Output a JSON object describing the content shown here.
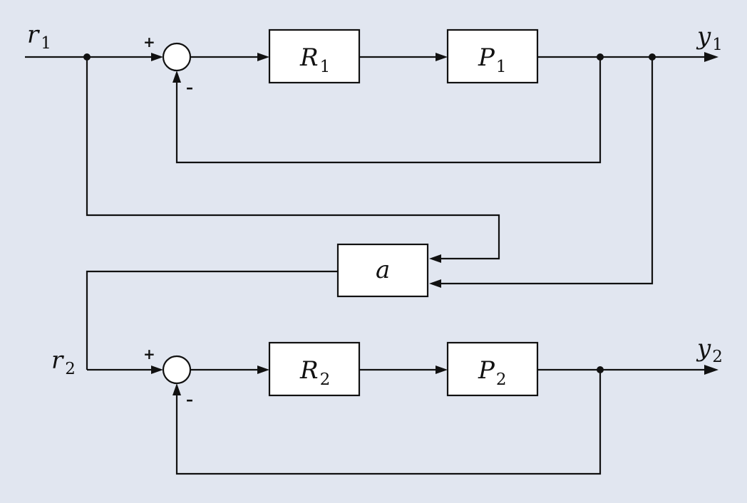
{
  "diagram": {
    "type": "block-diagram",
    "background_color": "#e1e6f0",
    "line_color": "#111111",
    "block_fill": "#ffffff",
    "signals": {
      "r1": {
        "main": "r",
        "sub": "1"
      },
      "r2": {
        "main": "r",
        "sub": "2"
      },
      "y1": {
        "main": "y",
        "sub": "1"
      },
      "y2": {
        "main": "y",
        "sub": "2"
      }
    },
    "blocks": {
      "R1": {
        "main": "R",
        "sub": "1"
      },
      "P1": {
        "main": "P",
        "sub": "1"
      },
      "R2": {
        "main": "R",
        "sub": "2"
      },
      "P2": {
        "main": "P",
        "sub": "2"
      },
      "a": {
        "main": "a"
      }
    },
    "sum_junctions": {
      "top": {
        "plus": "+",
        "minus": "–"
      },
      "bottom": {
        "plus": "+",
        "minus": "–"
      }
    }
  }
}
